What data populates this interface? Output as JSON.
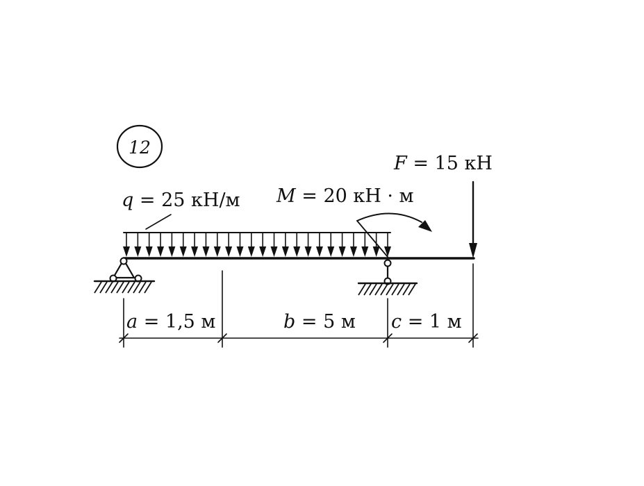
{
  "figure": {
    "number": "12",
    "load_q": "q = 25 кН/м",
    "moment_M": "M = 20 кН · м",
    "force_F": "F = 15 кН",
    "dim_a": "a = 1,5 м",
    "dim_b": "b = 5 м",
    "dim_c": "c = 1 м"
  },
  "colors": {
    "ink": "#111111",
    "background": "#ffffff"
  }
}
